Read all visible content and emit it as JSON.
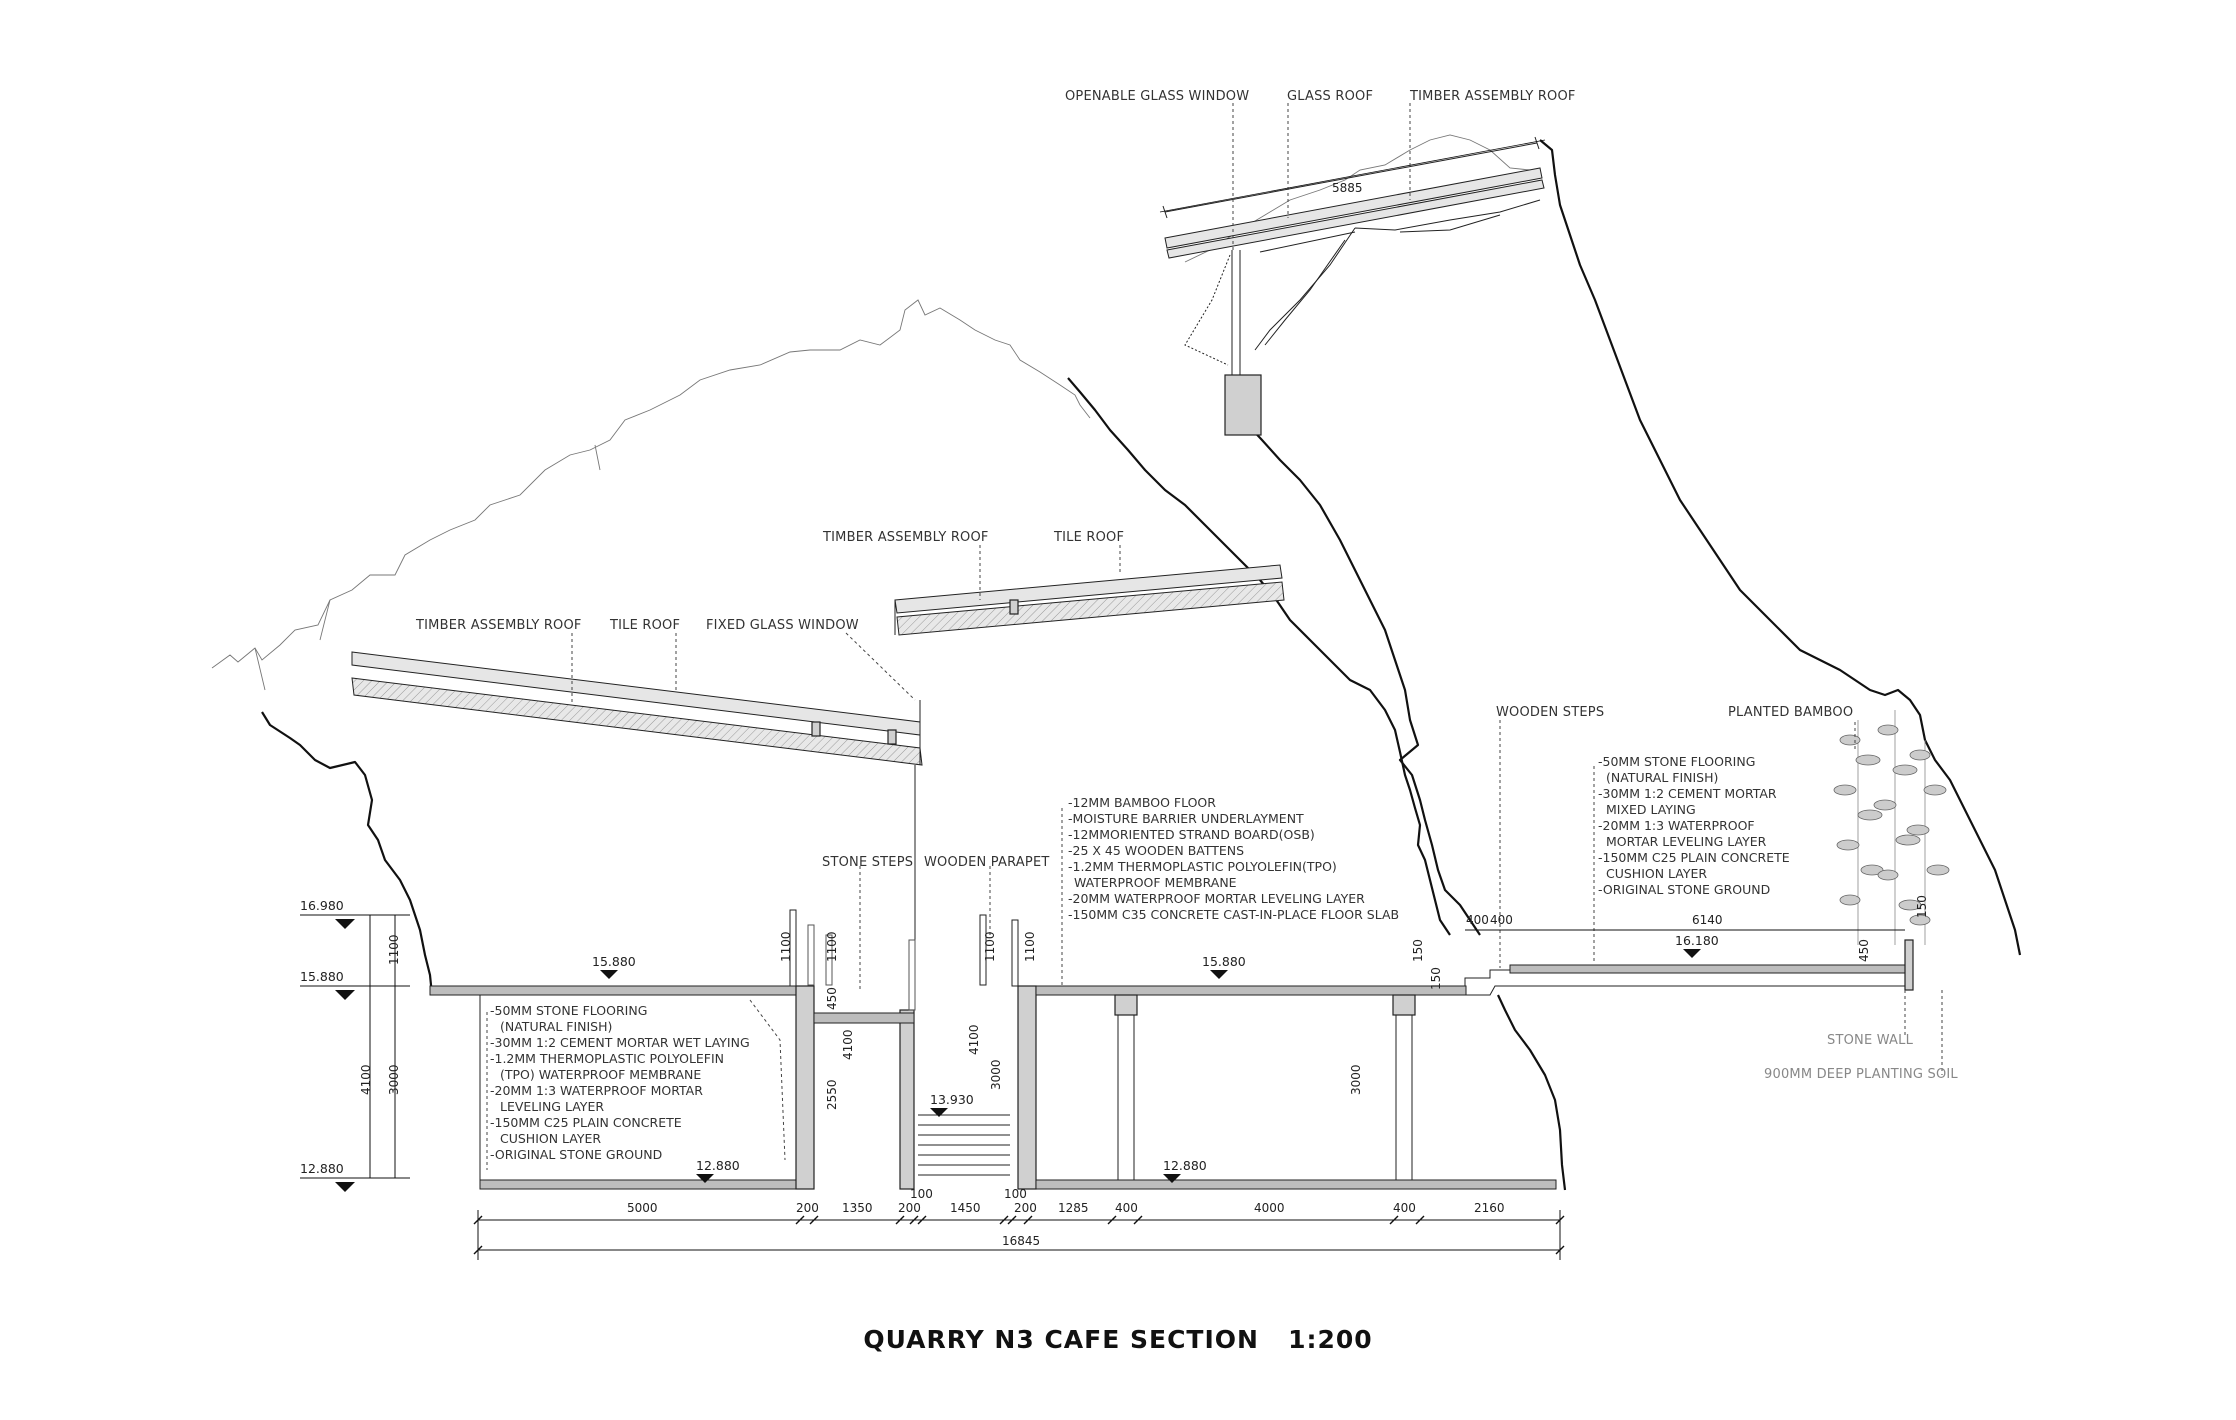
{
  "title": "QUARRY N3 CAFE SECTION   1:200",
  "labels": {
    "openable_glass_window": "OPENABLE GLASS WINDOW",
    "glass_roof": "GLASS ROOF",
    "timber_assembly_roof_top": "TIMBER ASSEMBLY ROOF",
    "timber_assembly_roof_mid": "TIMBER ASSEMBLY ROOF",
    "tile_roof_mid": "TILE ROOF",
    "timber_assembly_roof_left": "TIMBER ASSEMBLY ROOF",
    "tile_roof_left": "TILE ROOF",
    "fixed_glass_window": "FIXED GLASS WINDOW",
    "stone_steps": "STONE STEPS",
    "wooden_parapet": "WOODEN PARAPET",
    "wooden_steps": "WOODEN STEPS",
    "planted_bamboo": "PLANTED BAMBOO",
    "stone_wall": "STONE WALL",
    "planting_soil": "900MM DEEP PLANTING SOIL"
  },
  "notes": {
    "left": [
      "-50MM STONE FLOORING",
      "(NATURAL FINISH)",
      "-30MM 1:2 CEMENT MORTAR WET LAYING",
      "-1.2MM THERMOPLASTIC POLYOLEFIN",
      "(TPO) WATERPROOF MEMBRANE",
      "-20MM 1:3 WATERPROOF MORTAR",
      "LEVELING LAYER",
      "-150MM C25 PLAIN CONCRETE",
      "CUSHION LAYER",
      "-ORIGINAL STONE GROUND"
    ],
    "middle": [
      "-12MM BAMBOO FLOOR",
      "-MOISTURE BARRIER UNDERLAYMENT",
      "-12MMORIENTED STRAND BOARD(OSB)",
      "-25 X 45 WOODEN BATTENS",
      "-1.2MM THERMOPLASTIC POLYOLEFIN(TPO)",
      "WATERPROOF MEMBRANE",
      "-20MM WATERPROOF MORTAR LEVELING LAYER",
      "-150MM C35 CONCRETE CAST-IN-PLACE FLOOR SLAB"
    ],
    "right": [
      "-50MM STONE FLOORING",
      "(NATURAL FINISH)",
      "-30MM 1:2 CEMENT MORTAR",
      "MIXED LAYING",
      "-20MM 1:3 WATERPROOF",
      "MORTAR LEVELING LAYER",
      "-150MM C25 PLAIN CONCRETE",
      "CUSHION LAYER",
      "-ORIGINAL STONE GROUND"
    ]
  },
  "levels": {
    "l16980": "16.980",
    "l15880": "15.880",
    "l12880": "12.880",
    "floor_left": "15.880",
    "floor_mid": "15.880",
    "floor_right": "16.180",
    "base_left": "12.880",
    "base_mid": "12.880",
    "stair": "13.930"
  },
  "dims": {
    "bottom": [
      "5000",
      "200",
      "1350",
      "200",
      "100",
      "1450",
      "100",
      "200",
      "1285",
      "400",
      "4000",
      "400",
      "2160"
    ],
    "total": "16845",
    "roof_span": "5885",
    "terrace": "6140",
    "steps_a": "400",
    "steps_b": "400",
    "left_v": [
      "1100",
      "4100",
      "3000"
    ],
    "post_a": "1100",
    "post_b": "1100",
    "post_c": "1100",
    "post_d": "1100",
    "v450": "450",
    "v4100_mid": "4100",
    "v2550": "2550",
    "v4100_b": "4100",
    "v3000_b": "3000",
    "v3000_c": "3000",
    "v150": "150",
    "v150_b": "150",
    "v450_r": "450",
    "v150_r": "150"
  }
}
